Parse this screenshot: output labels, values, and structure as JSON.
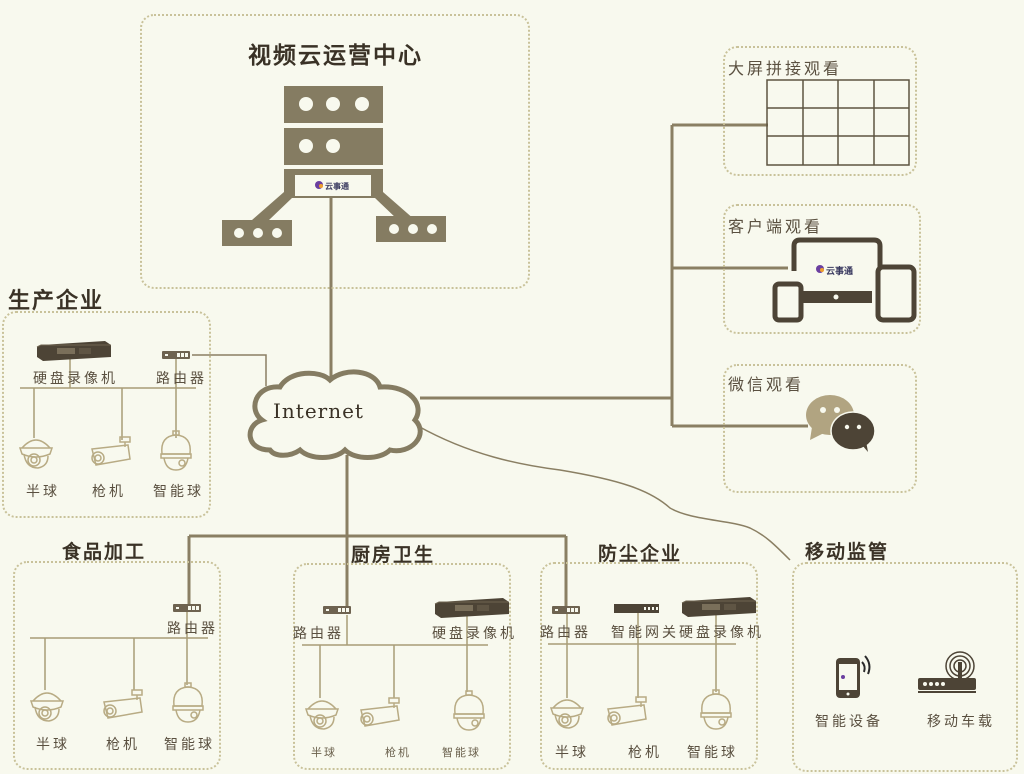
{
  "colors": {
    "background": "#f8f9ee",
    "line": "#8a7f63",
    "device_dark": "#4d4436",
    "server": "#857c62",
    "box_border": "#c9c29a",
    "wechat_light": "#b1a481"
  },
  "cloud_center": {
    "title": "视频云运营中心",
    "logo_text": "云事通"
  },
  "internet": {
    "label": "Internet"
  },
  "viewing": {
    "big_screen": {
      "title": "大屏拼接观看"
    },
    "client": {
      "title": "客户端观看",
      "logo_text": "云事通"
    },
    "wechat": {
      "title": "微信观看"
    }
  },
  "sites": {
    "production": {
      "title": "生产企业",
      "nvr_label": "硬盘录像机",
      "router_label": "路由器",
      "cameras": [
        "半球",
        "枪机",
        "智能球"
      ]
    },
    "food": {
      "title": "食品加工",
      "router_label": "路由器",
      "cameras": [
        "半球",
        "枪机",
        "智能球"
      ]
    },
    "kitchen": {
      "title": "厨房卫生",
      "router_label": "路由器",
      "nvr_label": "硬盘录像机",
      "cameras": [
        "半球",
        "枪机",
        "智能球"
      ]
    },
    "dust": {
      "title": "防尘企业",
      "router_label": "路由器",
      "gateway_label": "智能网关",
      "nvr_label": "硬盘录像机",
      "cameras": [
        "半球",
        "枪机",
        "智能球"
      ]
    },
    "mobile": {
      "title": "移动监管",
      "devices": [
        "智能设备",
        "移动车载"
      ]
    }
  }
}
